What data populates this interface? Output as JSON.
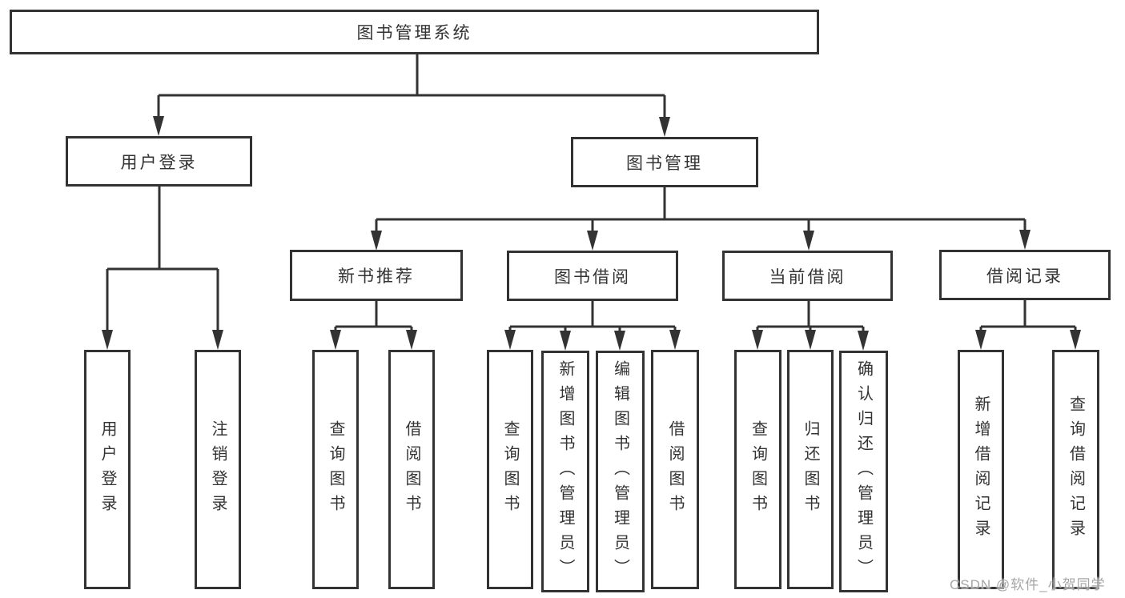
{
  "diagram": {
    "root": {
      "label": "图书管理系统",
      "children": [
        {
          "label": "用户登录",
          "children": [
            {
              "label": "用户登录"
            },
            {
              "label": "注销登录"
            }
          ]
        },
        {
          "label": "图书管理",
          "children": [
            {
              "label": "新书推荐",
              "children": [
                {
                  "label": "查询图书"
                },
                {
                  "label": "借阅图书"
                }
              ]
            },
            {
              "label": "图书借阅",
              "children": [
                {
                  "label": "查询图书"
                },
                {
                  "label": "新增图书（管理员）"
                },
                {
                  "label": "编辑图书（管理员）"
                },
                {
                  "label": "借阅图书"
                }
              ]
            },
            {
              "label": "当前借阅",
              "children": [
                {
                  "label": "查询图书"
                },
                {
                  "label": "归还图书"
                },
                {
                  "label": "确认归还（管理员）"
                }
              ]
            },
            {
              "label": "借阅记录",
              "children": [
                {
                  "label": "新增借阅记录"
                },
                {
                  "label": "查询借阅记录"
                }
              ]
            }
          ]
        }
      ]
    }
  },
  "watermark": {
    "text": "CSDN @软件_小贺同学"
  },
  "colors": {
    "line": "#333333",
    "text": "#333333",
    "background": "#ffffff",
    "watermark": "#969696"
  }
}
